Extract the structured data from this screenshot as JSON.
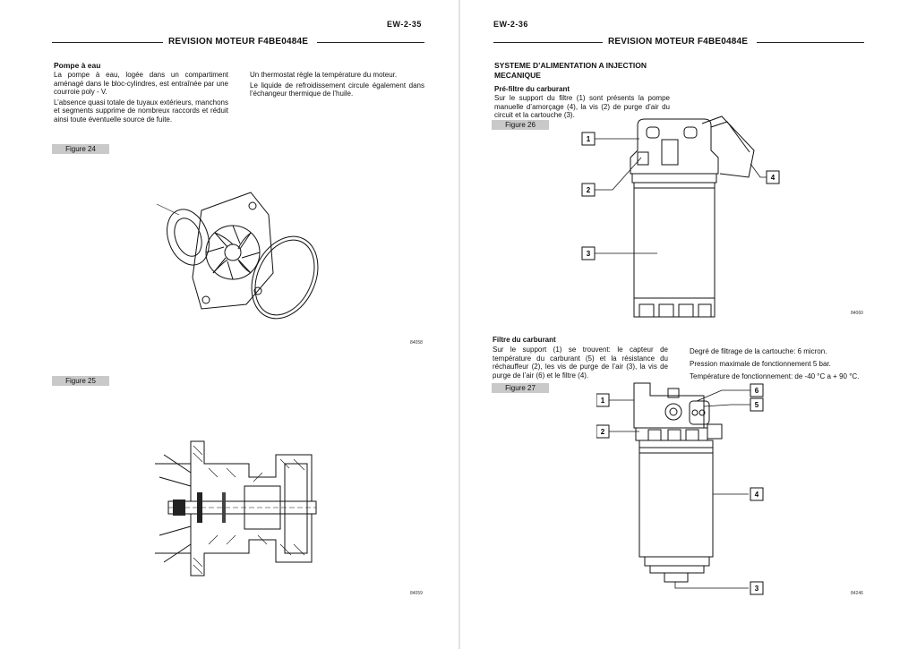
{
  "left": {
    "page_number": "EW-2-35",
    "header": "REVISION MOTEUR F4BE0484E",
    "section_title": "Pompe à eau",
    "col1_paragraphs": [
      "La pompe à eau, logée dans un compartiment aménagé dans le bloc-cylindres, est entraînée par une courroie poly - V.",
      "L’absence quasi totale de tuyaux extérieurs, manchons et segments supprime de nombreux raccords et réduit ainsi toute éventuelle source de fuite."
    ],
    "col2_paragraphs": [
      "Un thermostat règle la température du moteur.",
      "Le liquide de refroidissement circule également dans l’échangeur thermique de l’huile."
    ],
    "figure24_label": "Figure 24",
    "figure24_ref": "84058",
    "figure25_label": "Figure 25",
    "figure25_ref": "84059"
  },
  "right": {
    "page_number": "EW-2-36",
    "header": "REVISION MOTEUR F4BE0484E",
    "section_title_line1": "SYSTEME D’ALIMENTATION A INJECTION",
    "section_title_line2": "MECANIQUE",
    "subsection1_title": "Pré-filtre du carburant",
    "subsection1_text": "Sur le support du filtre (1) sont présents la pompe manuelle d’amorçage (4), la vis (2) de purge d’air du circuit et la cartouche (3).",
    "figure26_label": "Figure 26",
    "figure26_ref": "84060",
    "figure26_callouts": [
      "1",
      "2",
      "3",
      "4"
    ],
    "subsection2_title": "Filtre du carburant",
    "subsection2_text": "Sur le support (1) se trouvent: le capteur de température du carburant (5) et la résistance du réchauffeur (2), les vis de purge de l’air (3), la vis de purge de l’air (6) et le filtre (4).",
    "specs": [
      "Degré de filtrage de la cartouche: 6 micron.",
      "Pression maximale de fonctionnement 5 bar.",
      "Température de fonctionnement: de -40 °C a + 90 °C."
    ],
    "figure27_label": "Figure 27",
    "figure27_ref": "84246",
    "figure27_callouts": [
      "1",
      "2",
      "3",
      "4",
      "5",
      "6"
    ]
  }
}
